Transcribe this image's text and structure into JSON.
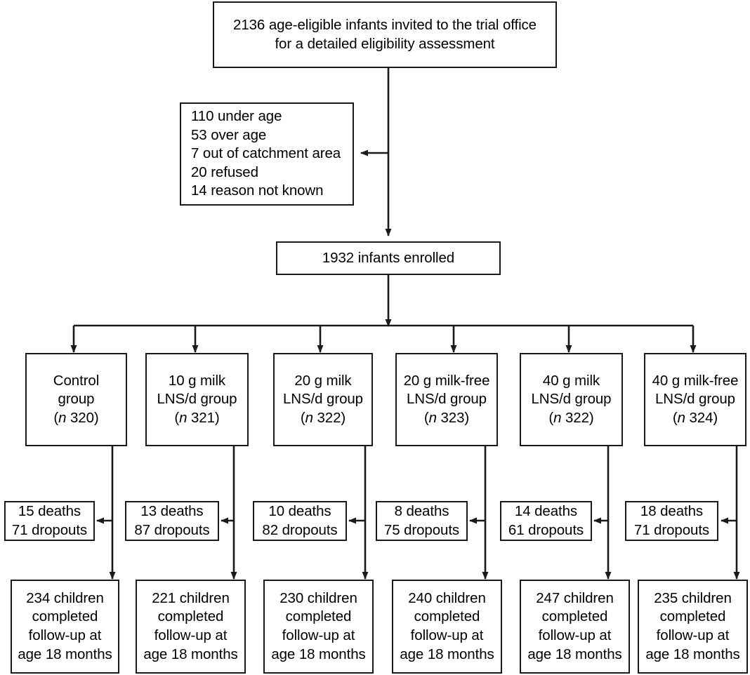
{
  "diagram": {
    "type": "consort-flow-diagram",
    "title_text": "",
    "stroke_color": "#1a1a1a",
    "background_color": "#ffffff",
    "text_color": "#000000"
  },
  "top": {
    "label_line1": "2136 age-eligible infants invited to the trial office",
    "label_line2": "for a detailed eligibility assessment"
  },
  "excluded": {
    "reasons": [
      "110 under age",
      "53 over age",
      "7 out of catchment area",
      "20 refused",
      "14 reason not known"
    ]
  },
  "enrolled": {
    "label": "1932 infants enrolled"
  },
  "groups": [
    {
      "name": "control-group",
      "line1": "Control",
      "line2": "group",
      "n_prefix": "(",
      "n_italic": "n",
      "n_value": " 320)",
      "n_text": "(n 320)",
      "n": 320
    },
    {
      "name": "10g-milk-lns-group",
      "line1": "10 g milk",
      "line2": "LNS/d group",
      "n_prefix": "(",
      "n_italic": "n",
      "n_value": " 321)",
      "n_text": "(n 321)",
      "n": 321
    },
    {
      "name": "20g-milk-lns-group",
      "line1": "20 g milk",
      "line2": "LNS/d group",
      "n_prefix": "(",
      "n_italic": "n",
      "n_value": " 322)",
      "n_text": "(n 322)",
      "n": 322
    },
    {
      "name": "20g-milk-free-lns-group",
      "line1": "20 g milk-free",
      "line2": "LNS/d group",
      "n_prefix": "(",
      "n_italic": "n",
      "n_value": " 323)",
      "n_text": "(n 323)",
      "n": 323
    },
    {
      "name": "40g-milk-lns-group",
      "line1": "40 g milk",
      "line2": "LNS/d group",
      "n_prefix": "(",
      "n_italic": "n",
      "n_value": " 322)",
      "n_text": "(n 322)",
      "n": 322
    },
    {
      "name": "40g-milk-free-lns-group",
      "line1": "40 g milk-free",
      "line2": "LNS/d group",
      "n_prefix": "(",
      "n_italic": "n",
      "n_value": " 324)",
      "n_text": "(n 324)",
      "n": 324
    }
  ],
  "losses": [
    {
      "deaths": "15 deaths",
      "dropouts": "71 dropouts"
    },
    {
      "deaths": "13 deaths",
      "dropouts": "87 dropouts"
    },
    {
      "deaths": "10 deaths",
      "dropouts": "82 dropouts"
    },
    {
      "deaths": "8 deaths",
      "dropouts": "75 dropouts"
    },
    {
      "deaths": "14 deaths",
      "dropouts": "61 dropouts"
    },
    {
      "deaths": "18 deaths",
      "dropouts": "71 dropouts"
    }
  ],
  "completed": [
    {
      "line1": "234 children",
      "line2": "completed",
      "line3": "follow-up at",
      "line4": "age 18 months"
    },
    {
      "line1": "221 children",
      "line2": "completed",
      "line3": "follow-up at",
      "line4": "age 18 months"
    },
    {
      "line1": "230 children",
      "line2": "completed",
      "line3": "follow-up at",
      "line4": "age 18 months"
    },
    {
      "line1": "240 children",
      "line2": "completed",
      "line3": "follow-up at",
      "line4": "age 18 months"
    },
    {
      "line1": "247 children",
      "line2": "completed",
      "line3": "follow-up at",
      "line4": "age 18 months"
    },
    {
      "line1": "235 children",
      "line2": "completed",
      "line3": "follow-up at",
      "line4": "age 18 months"
    }
  ]
}
